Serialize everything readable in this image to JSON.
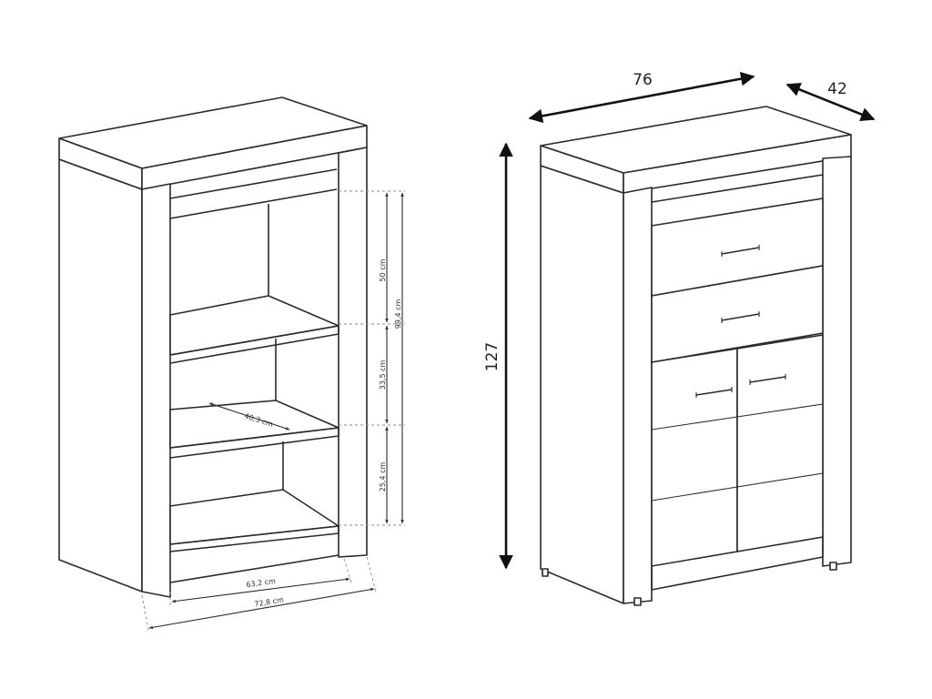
{
  "left_dimensions": {
    "shelf_top": "50 cm",
    "inner_total": "99,4 cm",
    "shelf_middle": "33,5 cm",
    "shelf_bottom": "25,4 cm",
    "shelf_depth": "40,3 cm",
    "inner_width": "63,2 cm",
    "outer_width": "72,8 cm"
  },
  "right_dimensions": {
    "width": "76",
    "depth": "42",
    "height": "127"
  }
}
